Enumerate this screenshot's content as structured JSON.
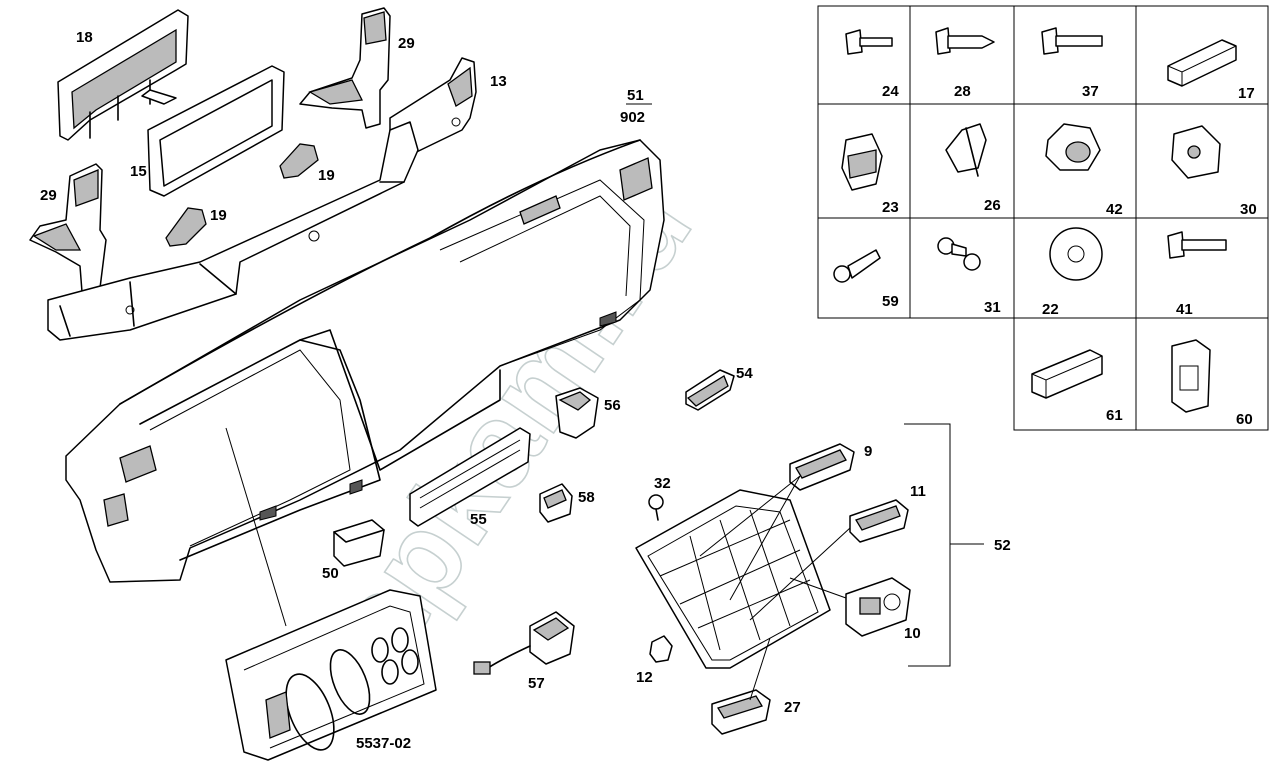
{
  "watermark": "zapkam.ru",
  "labels": {
    "p18": "18",
    "p29a": "29",
    "p13": "13",
    "p51": "51",
    "p902": "902",
    "p15": "15",
    "p19a": "19",
    "p29b": "29",
    "p19b": "19",
    "p54": "54",
    "p56": "56",
    "p58": "58",
    "p55": "55",
    "p50": "50",
    "p9": "9",
    "p11": "11",
    "p32": "32",
    "p52": "52",
    "p10": "10",
    "p12": "12",
    "p27": "27",
    "p57": "57",
    "p5537": "5537-02",
    "g24": "24",
    "g28": "28",
    "g37": "37",
    "g17": "17",
    "g23": "23",
    "g26": "26",
    "g42": "42",
    "g30": "30",
    "g59": "59",
    "g31": "31",
    "g22": "22",
    "g41": "41",
    "g61": "61",
    "g60": "60"
  }
}
